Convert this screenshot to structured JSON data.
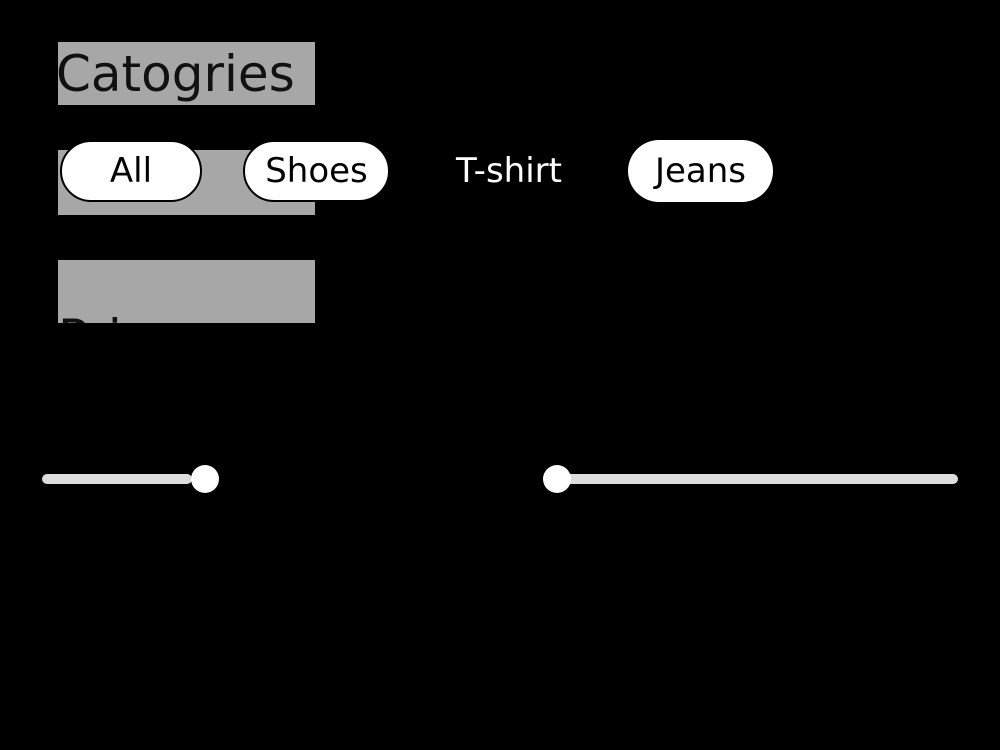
{
  "categories": {
    "title": "Catogries",
    "chips": [
      {
        "label": "All",
        "style": "outlined"
      },
      {
        "label": "Shoes",
        "style": "outlined"
      },
      {
        "label": "T-shirt",
        "style": "plain"
      },
      {
        "label": "Jeans",
        "style": "filled"
      }
    ]
  },
  "price_range": {
    "title": "Price range",
    "min_value": 0.16,
    "max_value": 0.55
  },
  "colors": {
    "background": "#000000",
    "label_block": "#a7a7a7",
    "chip": "#ffffff",
    "track": "#dddddd"
  }
}
